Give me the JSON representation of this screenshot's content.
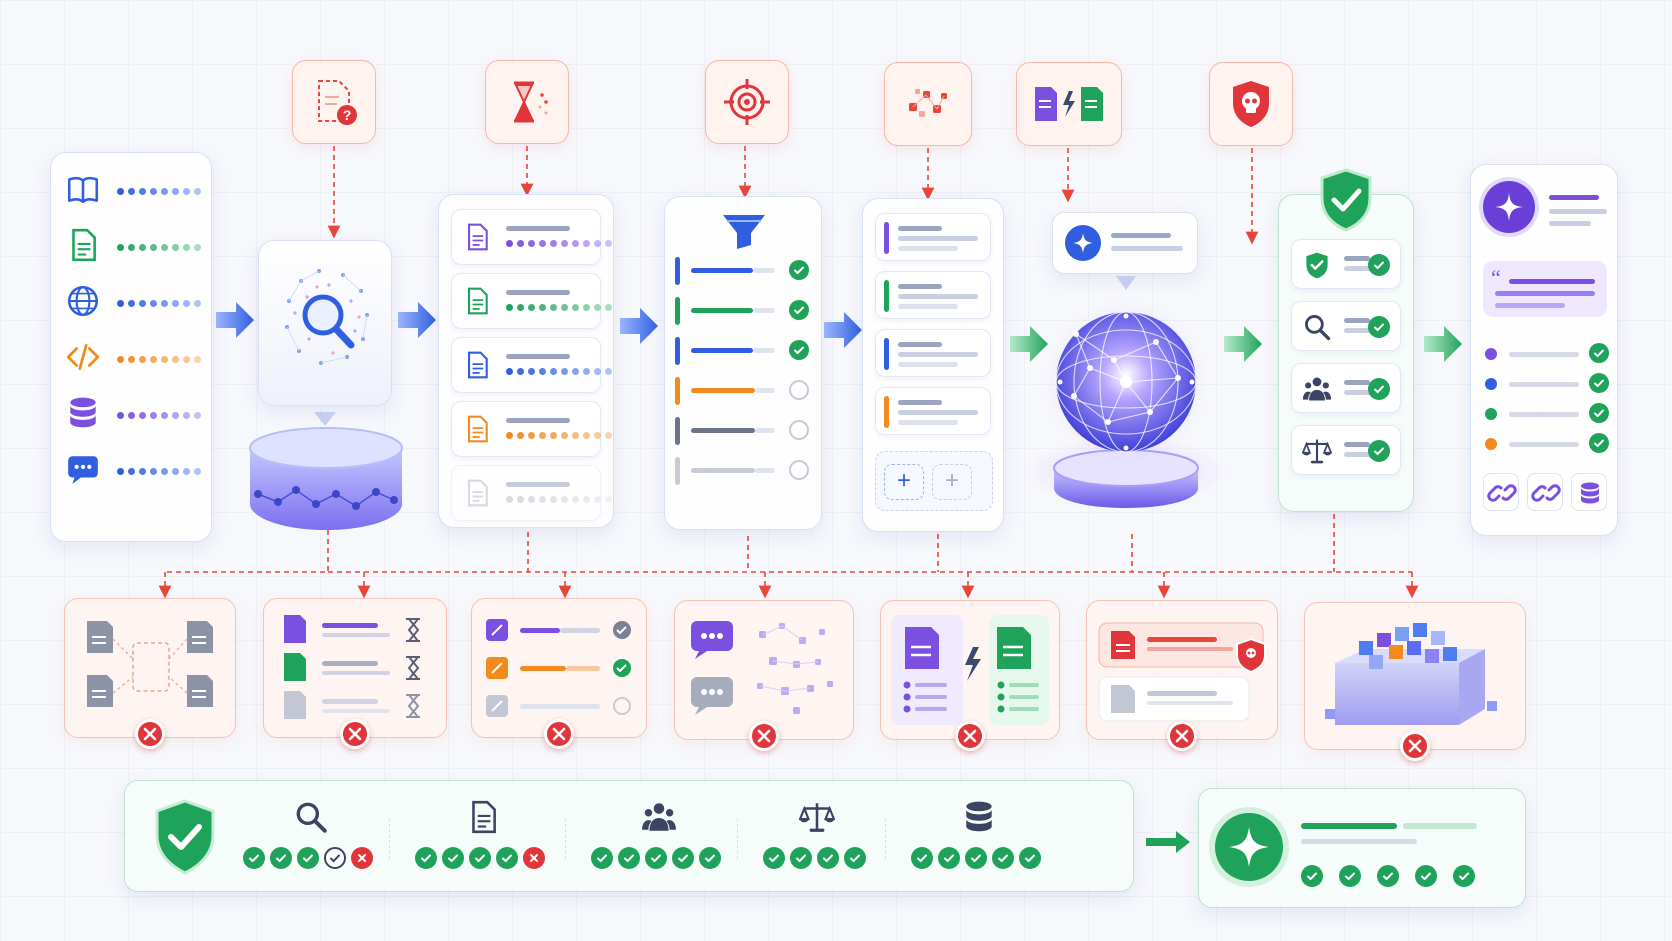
{
  "colors": {
    "blue": "#2f5fe0",
    "green": "#1fa35a",
    "orange": "#f28a1d",
    "purple": "#7b4fe0",
    "red": "#e0353b",
    "threat_red": "#e8463a",
    "gray": "#b7bccb",
    "teal": "#19a56b"
  },
  "sources": [
    {
      "icon": "book-icon",
      "color": "#2f5fe0"
    },
    {
      "icon": "document-icon",
      "color": "#1fa35a"
    },
    {
      "icon": "globe-icon",
      "color": "#2f5fe0"
    },
    {
      "icon": "code-icon",
      "color": "#f28a1d"
    },
    {
      "icon": "database-icon",
      "color": "#7b4fe0"
    },
    {
      "icon": "chat-icon",
      "color": "#2f5fe0"
    }
  ],
  "threats": [
    {
      "icon": "unknown-document-icon"
    },
    {
      "icon": "hourglass-icon"
    },
    {
      "icon": "target-icon"
    },
    {
      "icon": "scattered-cubes-icon"
    },
    {
      "icon": "document-swap-icon"
    },
    {
      "icon": "skull-shield-icon"
    }
  ],
  "failures": [
    {
      "icon": "broken-links-icon"
    },
    {
      "icon": "stale-documents-icon"
    },
    {
      "icon": "misranked-list-icon"
    },
    {
      "icon": "scattered-context-icon"
    },
    {
      "icon": "document-conflict-icon"
    },
    {
      "icon": "poisoned-document-icon"
    },
    {
      "icon": "overflowing-cubes-icon"
    }
  ],
  "eval_groups": [
    {
      "icon": "search-icon",
      "results": [
        "pass",
        "pass",
        "pass",
        "partial",
        "fail"
      ]
    },
    {
      "icon": "document-icon",
      "results": [
        "pass",
        "pass",
        "pass",
        "pass",
        "fail"
      ]
    },
    {
      "icon": "users-icon",
      "results": [
        "pass",
        "pass",
        "pass",
        "pass",
        "pass"
      ]
    },
    {
      "icon": "scales-icon",
      "results": [
        "pass",
        "pass",
        "pass",
        "pass"
      ]
    },
    {
      "icon": "database-icon",
      "results": [
        "pass",
        "pass",
        "pass",
        "pass",
        "pass"
      ]
    }
  ],
  "final_results": [
    "pass",
    "pass",
    "pass",
    "pass",
    "pass"
  ],
  "guard_checks": [
    {
      "icon": "shield-check-icon"
    },
    {
      "icon": "search-icon"
    },
    {
      "icon": "users-icon"
    },
    {
      "icon": "scales-icon"
    }
  ],
  "output_points": [
    {
      "color": "#7b4fe0"
    },
    {
      "color": "#2f5fe0"
    },
    {
      "color": "#1fa35a"
    },
    {
      "color": "#f28a1d"
    }
  ]
}
